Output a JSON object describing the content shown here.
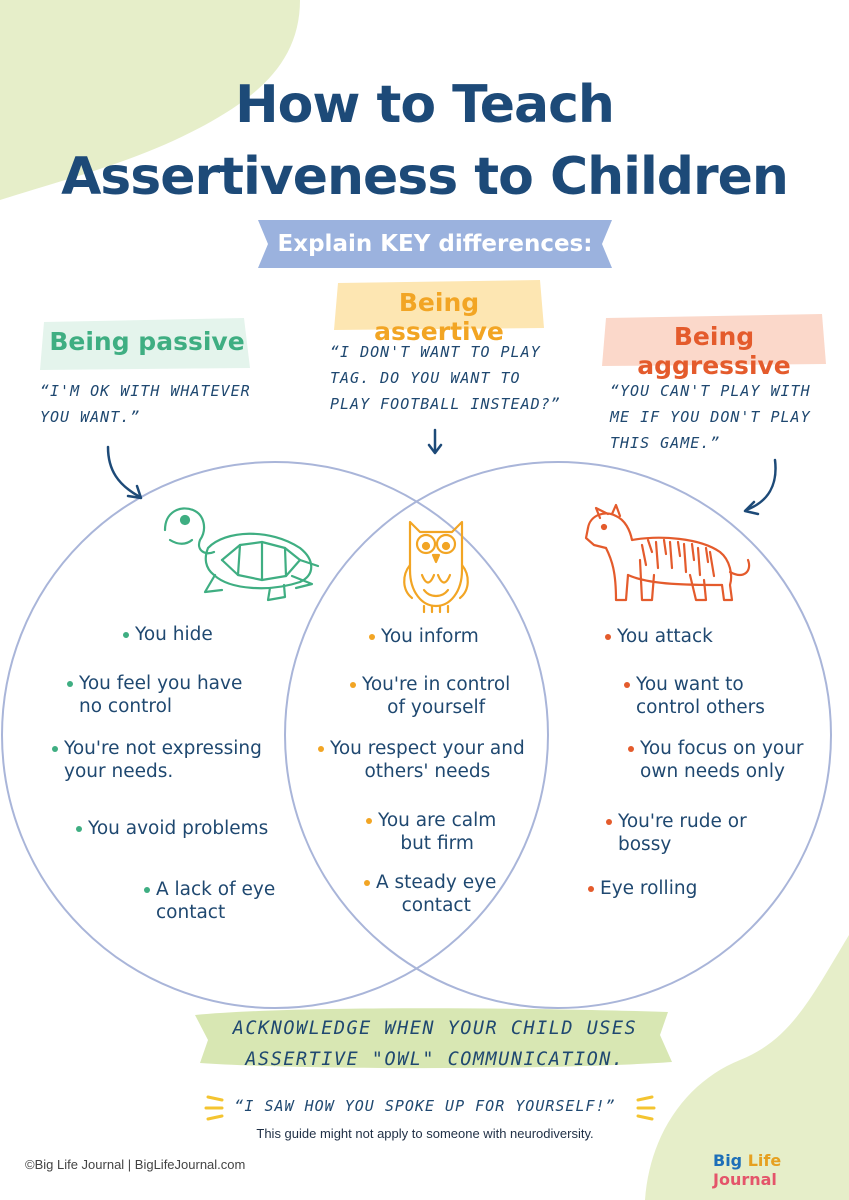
{
  "title": {
    "line1": "How to Teach",
    "line2": "Assertiveness to Children"
  },
  "banner": "Explain KEY differences:",
  "passive": {
    "label": "Being passive",
    "quote_line1": "“I'm OK with whatever",
    "quote_line2": "you want.”",
    "items": [
      "You hide",
      "You feel you have\nno control",
      "You're not expressing\nyour needs.",
      "You avoid problems",
      "A lack of eye\ncontact"
    ]
  },
  "assertive": {
    "label": "Being assertive",
    "quote_line1": "“I don't  want to play",
    "quote_line2": "tag. Do you want to",
    "quote_line3": "play football instead?”",
    "items": [
      "You inform",
      "You're in control\nof yourself",
      "You respect your and\nothers' needs",
      "You are calm\nbut firm",
      "A steady eye\ncontact"
    ]
  },
  "aggressive": {
    "label": "Being aggressive",
    "quote_line1": "“You can't play with",
    "quote_line2": "me if you don't play",
    "quote_line3": "this game.”",
    "items": [
      "You attack",
      "You want to\ncontrol others",
      "You focus on your\nown needs only",
      "You're rude or\nbossy",
      "Eye rolling"
    ]
  },
  "acknowledge": {
    "line1": "Acknowledge when your child uses",
    "line2": "assertive \"owl\" communication."
  },
  "example_quote": "“I saw how you spoke up for yourself!”",
  "disclaimer": "This guide might not apply to someone with neurodiversity.",
  "footer": "©Big Life Journal | BigLifeJournal.com",
  "logo": {
    "word1": "Big",
    "word2": "Life",
    "word3": "Journal"
  },
  "icons": {
    "passive": "turtle-icon",
    "assertive": "owl-icon",
    "aggressive": "tiger-icon"
  },
  "colors": {
    "navy": "#1d4a78",
    "green": "#3fae82",
    "yellow": "#f2a524",
    "orange": "#e45b2c",
    "banner": "#9bb2de",
    "blob": "#e6eec9",
    "circle": "#a9b5d9"
  }
}
